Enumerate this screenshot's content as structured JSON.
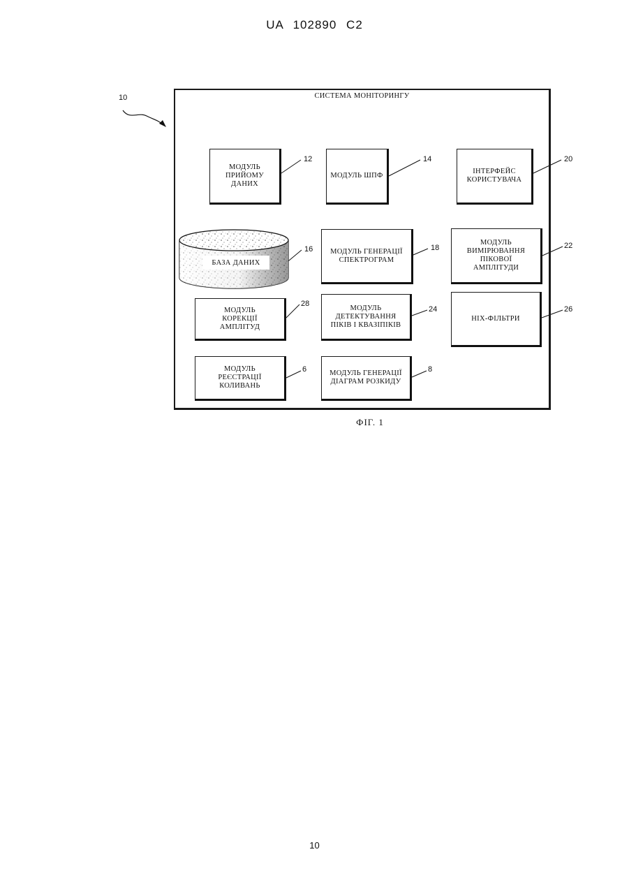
{
  "header": "UA   102890   C2",
  "figure": {
    "system_ref": "10",
    "title": "СИСТЕМА МОНІТОРИНГУ",
    "caption": "ФІГ. 1",
    "modules": [
      {
        "id": "12",
        "label": "МОДУЛЬ\nПРИЙОМУ\nДАНИХ"
      },
      {
        "id": "14",
        "label": "МОДУЛЬ ШПФ"
      },
      {
        "id": "20",
        "label": "ІНТЕРФЕЙС\nКОРИСТУВАЧА"
      },
      {
        "id": "16",
        "label": "БАЗА ДАНИХ"
      },
      {
        "id": "18",
        "label": "МОДУЛЬ ГЕНЕРАЦІЇ\nСПЕКТРОГРАМ"
      },
      {
        "id": "22",
        "label": "МОДУЛЬ\nВИМІРЮВАННЯ\nПІКОВОЇ\nАМПЛІТУДИ"
      },
      {
        "id": "28",
        "label": "МОДУЛЬ\nКОРЕКЦІЇ\nАМПЛІТУД"
      },
      {
        "id": "24",
        "label": "МОДУЛЬ\nДЕТЕКТУВАННЯ\nПІКІВ І КВАЗІПІКІВ"
      },
      {
        "id": "26",
        "label": "НІХ-ФІЛЬТРИ"
      },
      {
        "id": "6",
        "label": "МОДУЛЬ\nРЕЄСТРАЦІЇ\nКОЛИВАНЬ"
      },
      {
        "id": "8",
        "label": "МОДУЛЬ ГЕНЕРАЦІЇ\nДІАГРАМ РОЗКИДУ"
      }
    ]
  },
  "page_number": "10"
}
